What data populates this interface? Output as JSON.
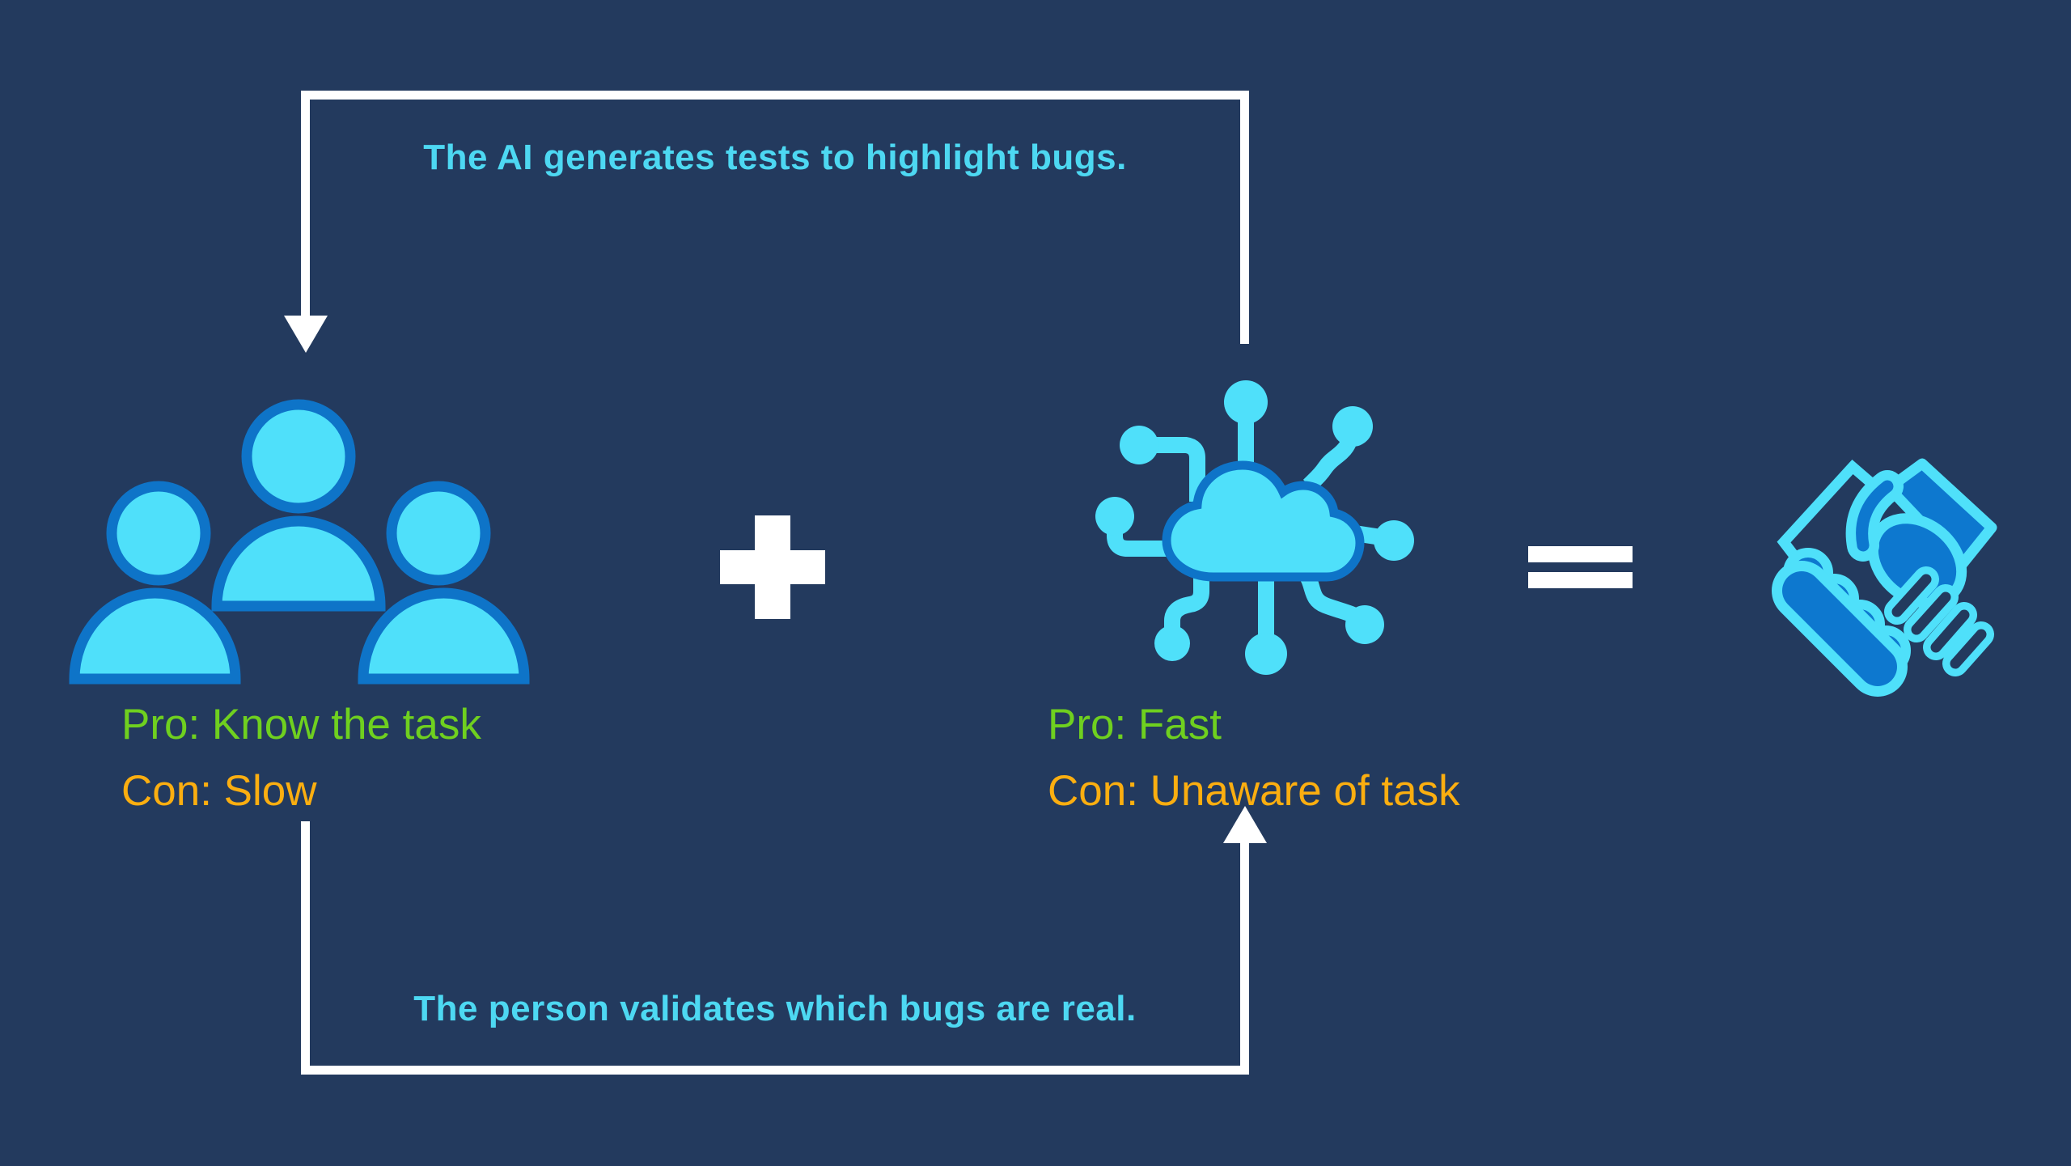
{
  "slide": {
    "background_color": "#233A5E",
    "palette": {
      "cyan_text": "#4DD8F2",
      "icon_fill_cyan": "#4FE0FA",
      "icon_stroke_blue": "#0E74C8",
      "handshake_fill_blue": "#0D78CF",
      "pro_green": "#6FD01F",
      "con_orange": "#FBAE10",
      "arrow_white": "#FFFFFF"
    },
    "top_flow": {
      "label": "The AI generates tests to highlight bugs."
    },
    "bottom_flow": {
      "label": "The person validates which bugs are real."
    },
    "people": {
      "icon": "people-group-icon",
      "pro": "Pro: Know the task",
      "con": "Con: Slow"
    },
    "ai": {
      "icon": "ai-cloud-circuit-icon",
      "pro": "Pro: Fast",
      "con": "Con: Unaware of task"
    },
    "operators": {
      "plus": "+",
      "equals": "="
    },
    "result": {
      "icon": "handshake-icon"
    }
  }
}
